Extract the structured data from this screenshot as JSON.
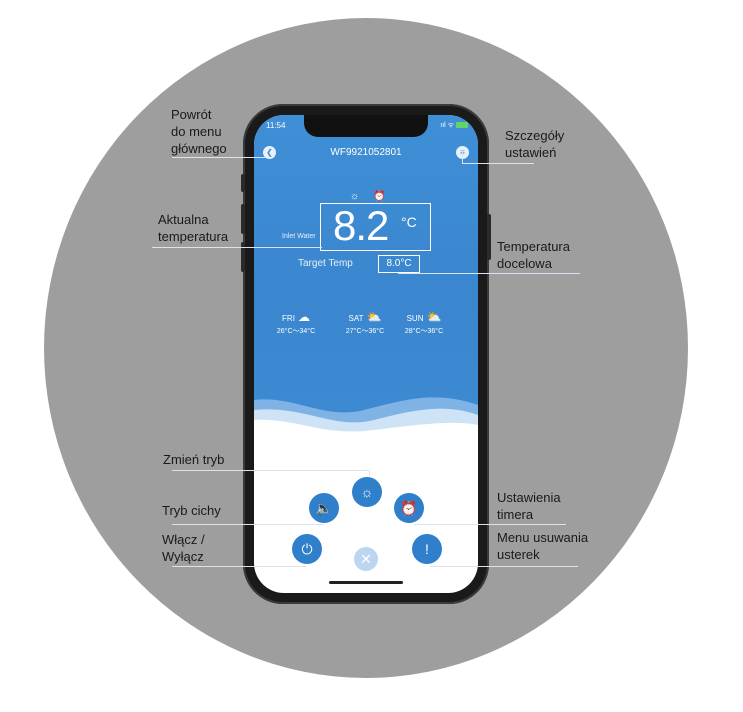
{
  "phone": {
    "status_time": "11:54",
    "status_right": "ııl ᯤ",
    "device_id": "WF9921052801",
    "back_icon": "back-icon",
    "settings_icon": "settings-list-icon",
    "mode_icons": [
      "sun-icon",
      "alarm-clock-icon"
    ],
    "current_temp": "8.2",
    "temp_unit": "°C",
    "inlet_label": "Inlet Water",
    "target_label": "Target Temp",
    "target_value": "8.0°C",
    "forecast": [
      {
        "day": "FRI",
        "icon": "cloud-rain-icon",
        "range": "26°C～34°C"
      },
      {
        "day": "SAT",
        "icon": "sun-cloud-icon",
        "range": "27°C～36°C"
      },
      {
        "day": "SUN",
        "icon": "sun-cloud-icon",
        "range": "28°C～36°C"
      }
    ],
    "buttons": {
      "mode": "sun-icon",
      "silent": "speaker-icon",
      "timer": "alarm-clock-icon",
      "power": "power-icon",
      "close": "close-icon",
      "trouble": "alert-icon"
    }
  },
  "annotations": {
    "back_menu": "Powrót\ndo menu\ngłównego",
    "settings_details": "Szczegóły\nustawień",
    "current_temp": "Aktualna\ntemperatura",
    "target_temp": "Temperatura\ndocelowa",
    "change_mode": "Zmień tryb",
    "silent_mode": "Tryb cichy",
    "power": "Włącz /\nWyłącz",
    "timer_settings": "Ustawienia\ntimera",
    "troubleshoot_menu": "Menu usuwania\nusterek"
  },
  "colors": {
    "screen_blue": "#3a86cf",
    "button_blue": "#2f7fcb",
    "background_circle": "#9e9e9e"
  }
}
